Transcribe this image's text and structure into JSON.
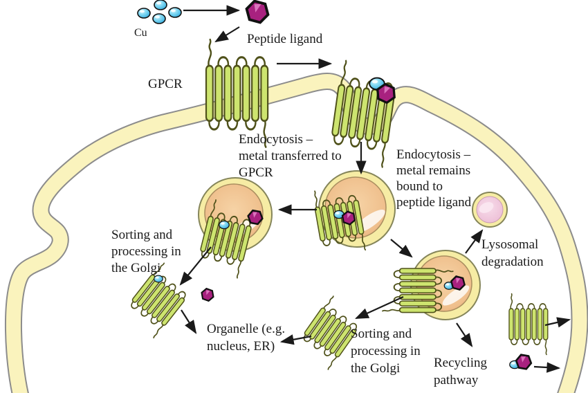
{
  "diagram": {
    "labels": {
      "cu": "Cu",
      "peptide_ligand": "Peptide ligand",
      "gpcr": "GPCR",
      "endocytosis_transferred": [
        "Endocytosis –",
        "metal transferred to",
        "GPCR"
      ],
      "endocytosis_remains": [
        "Endocytosis –",
        "metal remains",
        "bound to",
        "peptide ligand"
      ],
      "sorting_golgi_left": [
        "Sorting and",
        "processing in",
        "the Golgi"
      ],
      "sorting_golgi_mid": [
        "Sorting and",
        "processing in",
        "the Golgi"
      ],
      "organelle": [
        "Organelle (e.g.",
        "nucleus, ER)"
      ],
      "lysosomal": [
        "Lysosomal",
        "degradation"
      ],
      "recycling": [
        "Recycling",
        "pathway"
      ]
    },
    "colors": {
      "background": "#FFFFFF",
      "membrane": "#FAF3BD",
      "membrane_outline": "#8C8C8C",
      "endosome_ring": "#F6ECA4",
      "endosome_lumen": "#EFBF8C",
      "lysosome_lumen": "#EEC2D9",
      "receptor_helix": "#CDE46F",
      "receptor_outline": "#4F511A",
      "metal_ion": "#7FD7F2",
      "peptide": "#A8217F",
      "text": "#1A1A1A"
    }
  }
}
